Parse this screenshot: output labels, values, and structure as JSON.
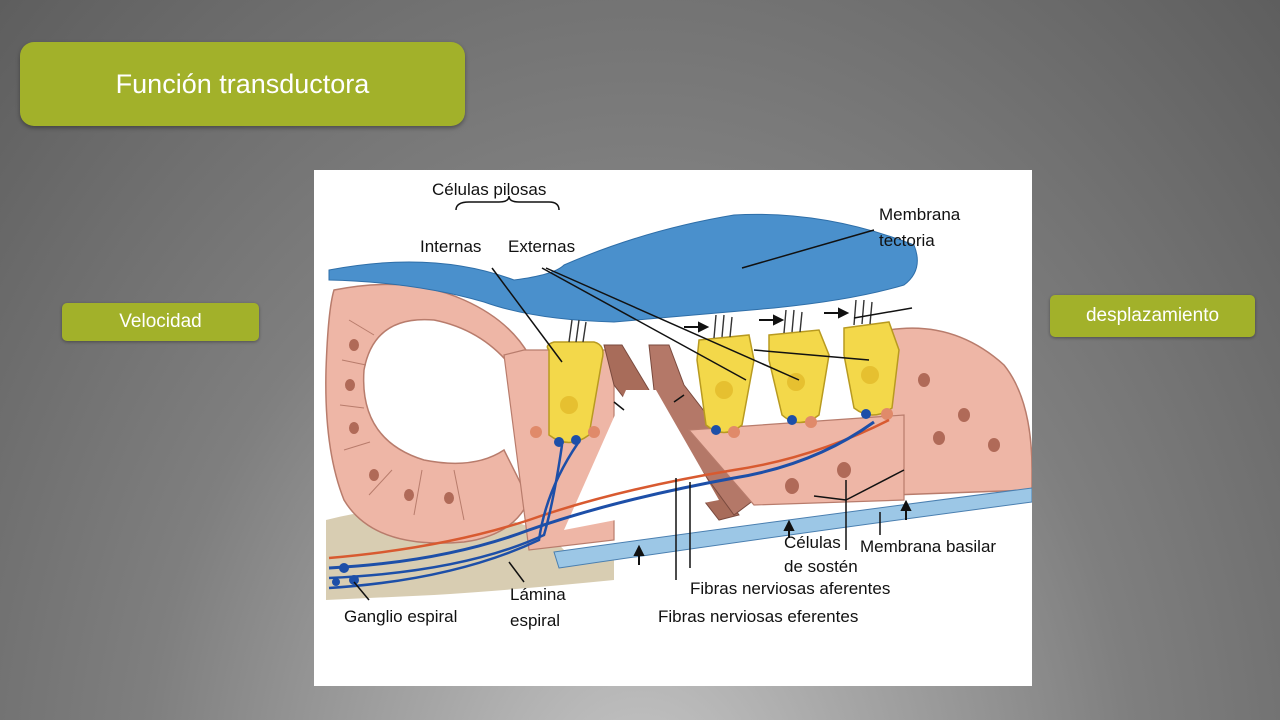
{
  "slide": {
    "title": "Función transductora",
    "tag_left": "Velocidad",
    "tag_right": "desplazamiento"
  },
  "figure": {
    "header": "Células pilosas",
    "hair_inner": "Internas",
    "hair_outer": "Externas",
    "tectorial_1": "Membrana",
    "tectorial_2": "tectoria",
    "basilar": "Membrana basilar",
    "support_1": "Células",
    "support_2": "de sostén",
    "afferent": "Fibras nerviosas aferentes",
    "efferent": "Fibras nerviosas eferentes",
    "ganglion": "Ganglio espiral",
    "lamina_1": "Lámina",
    "lamina_2": "espiral"
  },
  "colors": {
    "accent": "#a2b12a",
    "tectorial": "#4a90cc",
    "tissue": "#eeb6a6",
    "hair_cell": "#f3d84a",
    "pillar": "#a86c5a",
    "efferent_fiber": "#d85a30",
    "afferent_fiber": "#1d4fa8"
  }
}
